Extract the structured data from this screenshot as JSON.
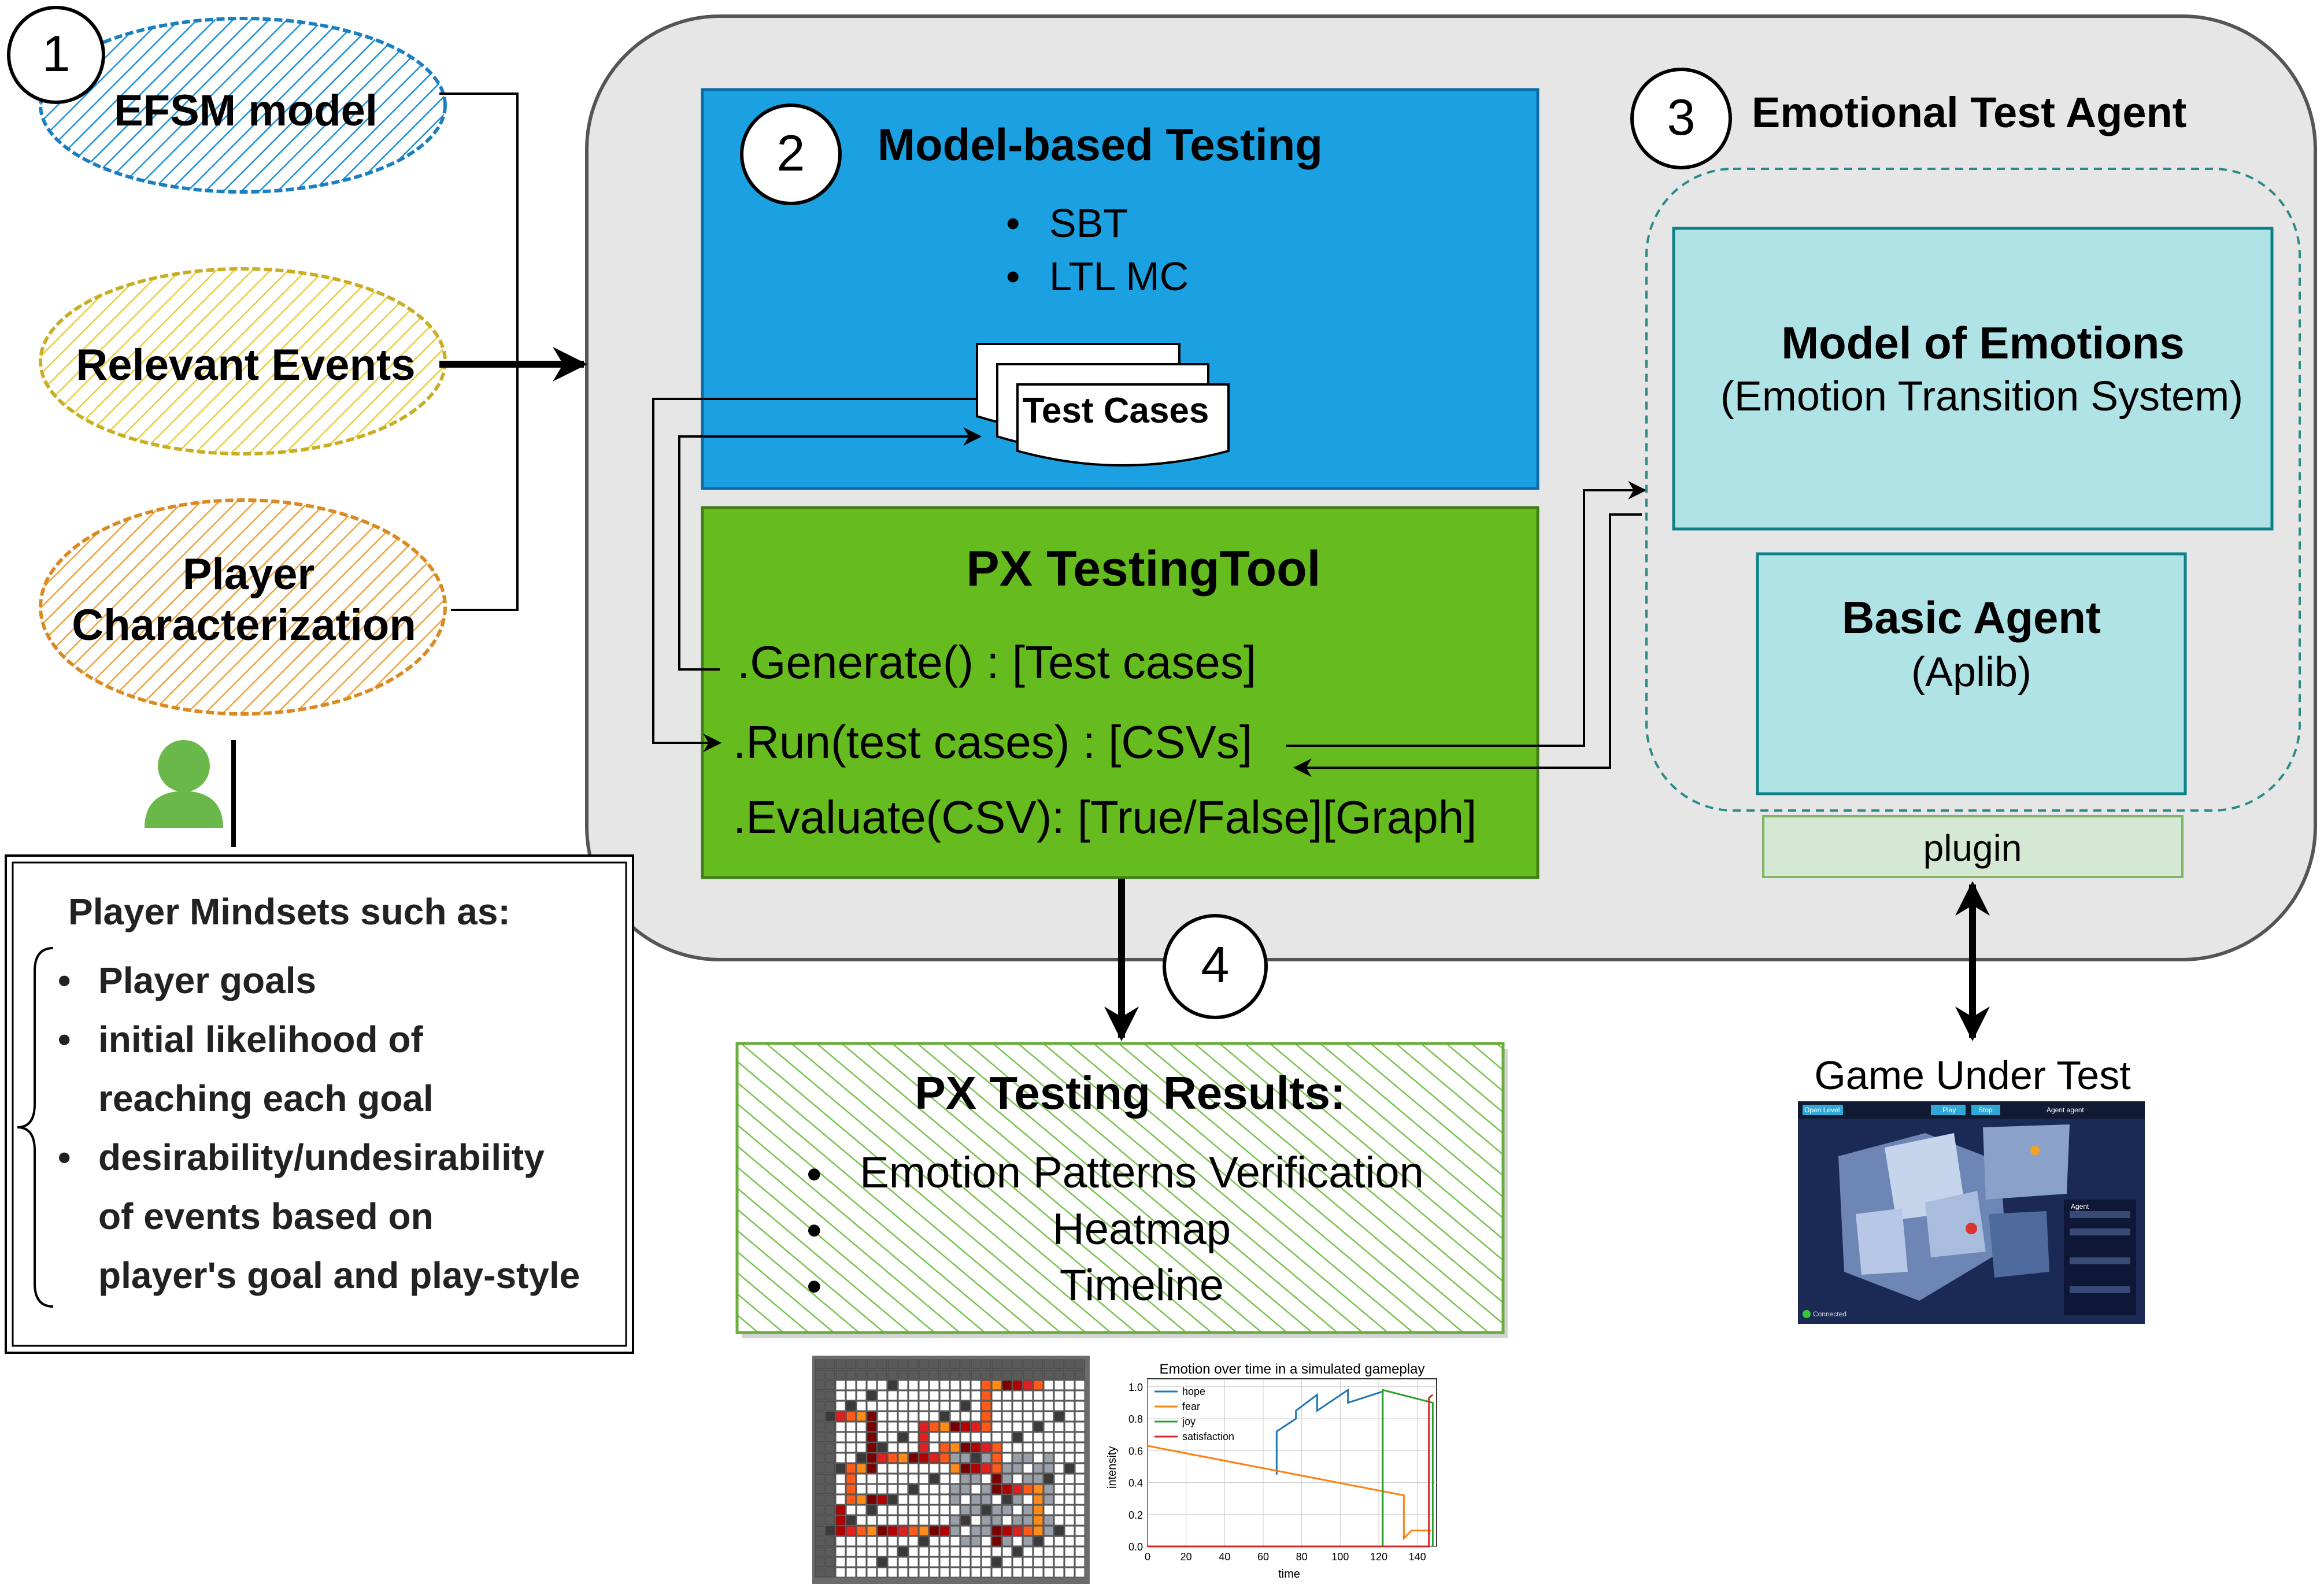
{
  "markers": {
    "m1": "1",
    "m2": "2",
    "m3": "3",
    "m4": "4"
  },
  "inputs": {
    "efsm": "EFSM model",
    "events": "Relevant Events",
    "player_line1": "Player",
    "player_line2": "Characterization"
  },
  "mindsets": {
    "title": "Player Mindsets such as:",
    "items": [
      [
        "Player goals"
      ],
      [
        "initial likelihood of",
        "reaching each goal"
      ],
      [
        "desirability/undesirability",
        "of events based on",
        "player's goal and play-style"
      ]
    ]
  },
  "mbt": {
    "title": "Model-based Testing",
    "bullets": [
      "SBT",
      "LTL MC"
    ],
    "test_cases": "Test Cases"
  },
  "pxtool": {
    "title": "PX TestingTool",
    "methods": [
      ".Generate() : [Test cases]",
      ".Run(test cases) : [CSVs]",
      ".Evaluate(CSV): [True/False][Graph]"
    ]
  },
  "agent": {
    "title": "Emotional Test Agent",
    "emotions_title": "Model of Emotions",
    "emotions_sub": "(Emotion Transition System)",
    "basic_title": "Basic Agent",
    "basic_sub": "(Aplib)",
    "plugin": "plugin"
  },
  "results": {
    "title": "PX Testing Results:",
    "items": [
      "Emotion Patterns Verification",
      "Heatmap",
      "Timeline"
    ]
  },
  "game": {
    "label": "Game Under Test",
    "btn_a": "Open Level",
    "btn_b": "Play",
    "btn_c": "Stop",
    "agent_label": "Agent agent",
    "status": "Connected",
    "panel_title": "Agent"
  },
  "chart_data": {
    "type": "line",
    "title": "Emotion over time in a simulated gameplay",
    "xlabel": "time",
    "ylabel": "intensity",
    "xlim": [
      0,
      150
    ],
    "ylim": [
      0,
      1.05
    ],
    "x_ticks": [
      0,
      20,
      40,
      60,
      80,
      100,
      120,
      140
    ],
    "y_ticks": [
      0.0,
      0.2,
      0.4,
      0.6,
      0.8,
      1.0
    ],
    "grid": true,
    "legend": "top-left",
    "series": [
      {
        "name": "hope",
        "color": "#1f77b4",
        "points": [
          [
            67,
            0.45
          ],
          [
            67,
            0.72
          ],
          [
            77,
            0.8
          ],
          [
            77,
            0.85
          ],
          [
            88,
            0.95
          ],
          [
            88,
            0.85
          ],
          [
            104,
            0.98
          ],
          [
            104,
            0.9
          ],
          [
            122,
            0.97
          ],
          [
            122,
            0
          ]
        ]
      },
      {
        "name": "fear",
        "color": "#ff7f0e",
        "points": [
          [
            0,
            0.63
          ],
          [
            133,
            0.32
          ],
          [
            133,
            0.05
          ],
          [
            137,
            0.1
          ],
          [
            147,
            0.1
          ]
        ]
      },
      {
        "name": "joy",
        "color": "#2ca02c",
        "points": [
          [
            122,
            0
          ],
          [
            122,
            0.98
          ],
          [
            148,
            0.9
          ],
          [
            148,
            0
          ]
        ]
      },
      {
        "name": "satisfaction",
        "color": "#d62728",
        "points": [
          [
            0,
            0
          ],
          [
            146,
            0
          ],
          [
            146,
            0.93
          ],
          [
            148,
            0.95
          ]
        ]
      }
    ]
  },
  "heatmap": {
    "description_visible": false
  }
}
